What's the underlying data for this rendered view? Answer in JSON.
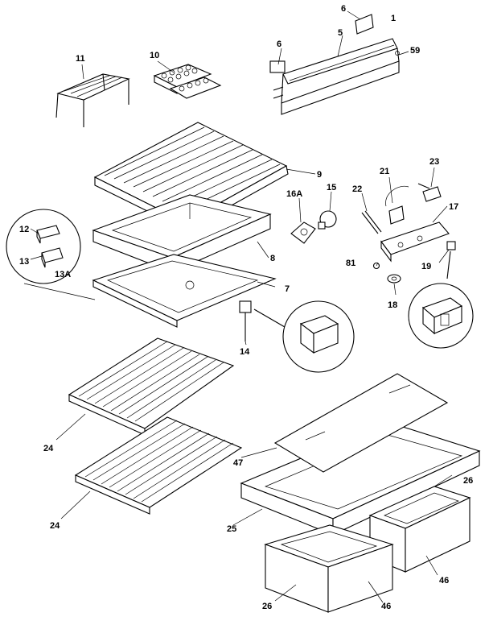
{
  "diagram": {
    "labels": {
      "l6a": "6",
      "l1": "1",
      "l11": "11",
      "l10": "10",
      "l6b": "6",
      "l5": "5",
      "l59": "59",
      "l9": "9",
      "l23": "23",
      "l21": "21",
      "l16a": "16A",
      "l15": "15",
      "l22": "22",
      "l17": "17",
      "l12": "12",
      "l13": "13",
      "l13a": "13A",
      "l8": "8",
      "l81": "81",
      "l19": "19",
      "l7": "7",
      "l18": "18",
      "l14": "14",
      "l24a": "24",
      "l24b": "24",
      "l47": "47",
      "l26a": "26",
      "l25": "25",
      "l46a": "46",
      "l26b": "26",
      "l46b": "46"
    }
  }
}
